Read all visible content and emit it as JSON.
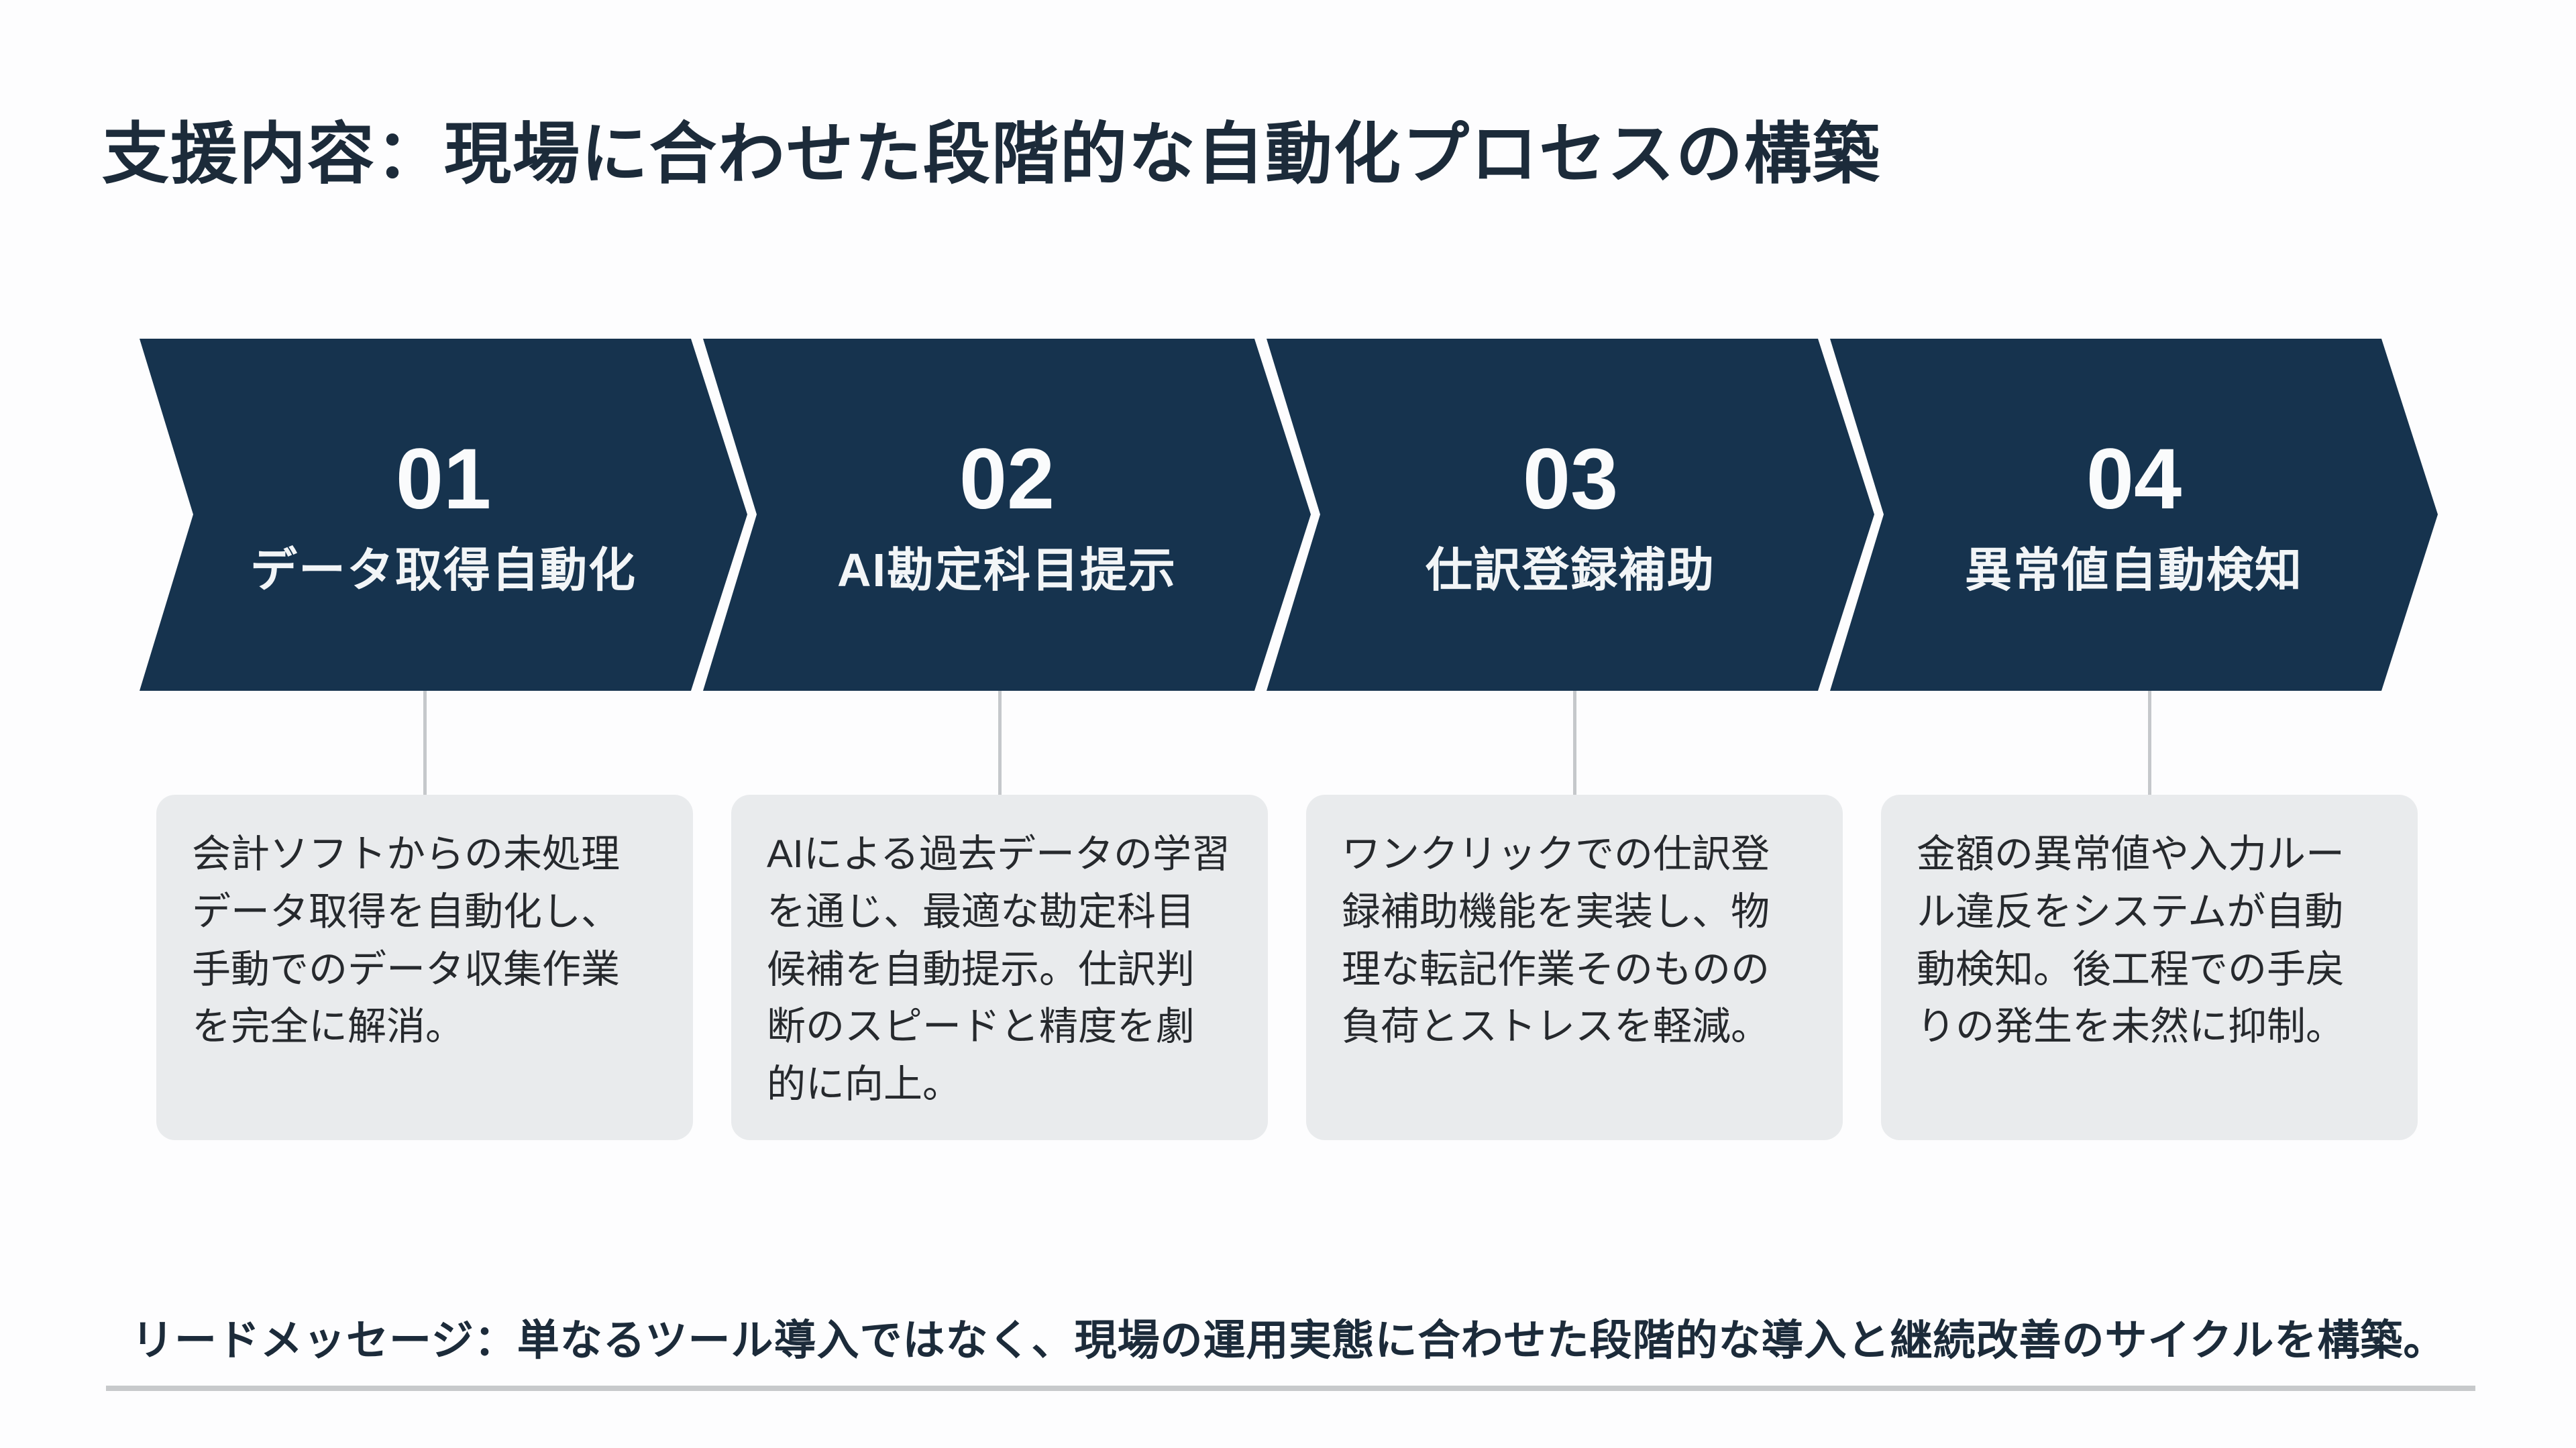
{
  "title": "支援内容：現場に合わせた段階的な自動化プロセスの構築",
  "steps": [
    {
      "number": "01",
      "label": "データ取得自動化",
      "description": "会計ソフトからの未処理データ取得を自動化し、手動でのデータ収集作業を完全に解消。"
    },
    {
      "number": "02",
      "label": "AI勘定科目提示",
      "description": "AIによる過去データの学習を通じ、最適な勘定科目候補を自動提示。仕訳判断のスピードと精度を劇的に向上。"
    },
    {
      "number": "03",
      "label": "仕訳登録補助",
      "description": "ワンクリックでの仕訳登録補助機能を実装し、物理な転記作業そのものの負荷とストレスを軽減。"
    },
    {
      "number": "04",
      "label": "異常値自動検知",
      "description": "金額の異常値や入力ルール違反をシステムが自動動検知。後工程での手戻りの発生を未然に抑制。"
    }
  ],
  "lead_message": "リードメッセージ：単なるツール導入ではなく、現場の運用実態に合わせた段階的な導入と継続改善のサイクルを構築。",
  "colors": {
    "chevron_fill": "#16334e",
    "card_background": "#e9ebed",
    "dark_text": "#1c2b3a",
    "card_text": "#26292d",
    "connector_gray": "#c5c8cb"
  }
}
